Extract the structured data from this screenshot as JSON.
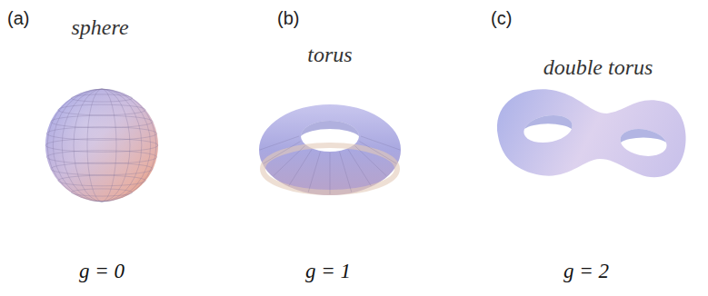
{
  "diagram": {
    "labels": [
      "(a)",
      "sphere",
      "g = 0",
      "(b)",
      "torus",
      "g = 1",
      "(c)",
      "double torus",
      "g = 2"
    ]
  }
}
